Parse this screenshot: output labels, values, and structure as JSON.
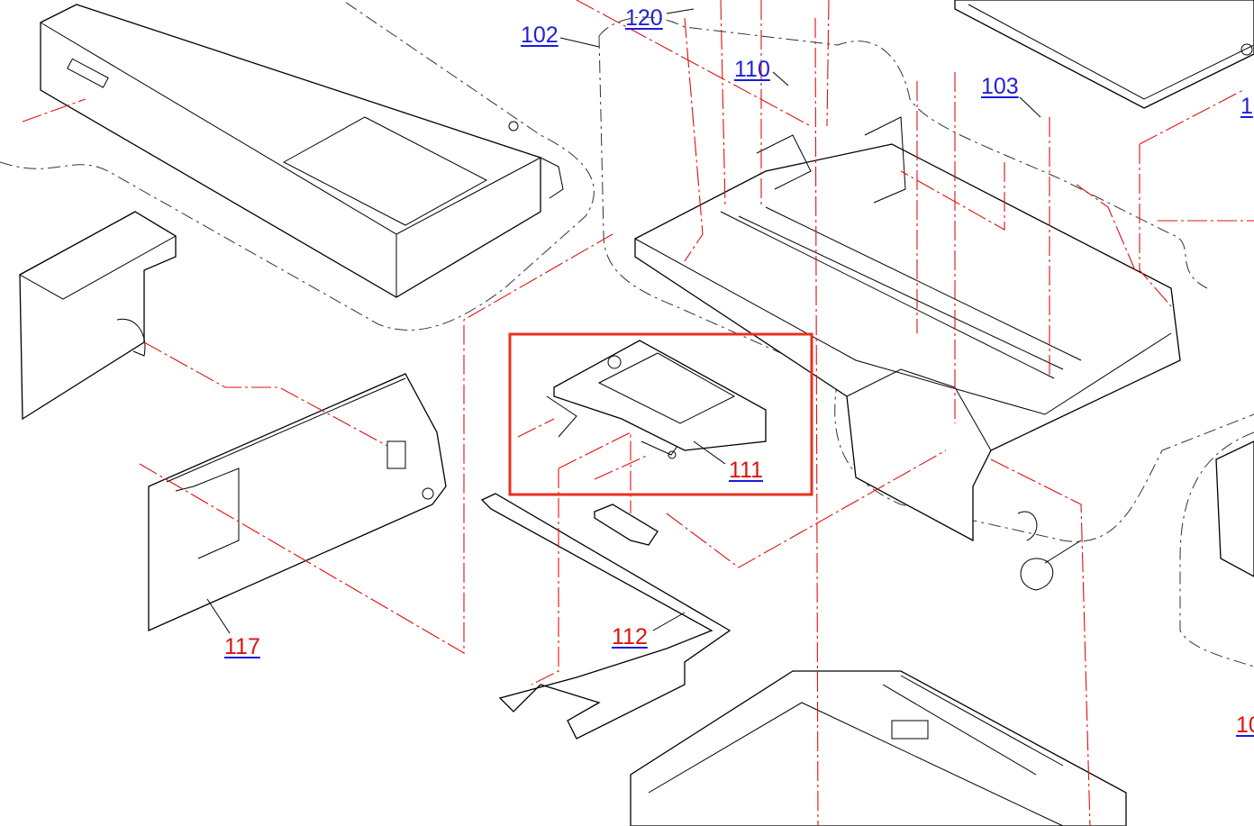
{
  "diagram": {
    "type": "exploded-parts-view",
    "highlight_color": "#e8301c",
    "label_colors": {
      "blue": "#2020d8",
      "red": "#e01010",
      "leader": "#e01010"
    },
    "callouts": [
      {
        "id": "102",
        "text": "102",
        "color": "blue"
      },
      {
        "id": "120",
        "text": "120",
        "color": "blue"
      },
      {
        "id": "110",
        "text": "110",
        "color": "blue"
      },
      {
        "id": "103",
        "text": "103",
        "color": "blue"
      },
      {
        "id": "1xx-right-top",
        "text": "1",
        "color": "blue"
      },
      {
        "id": "111",
        "text": "111",
        "color": "red",
        "highlighted": true
      },
      {
        "id": "112",
        "text": "112",
        "color": "red"
      },
      {
        "id": "117",
        "text": "117",
        "color": "red"
      },
      {
        "id": "10x-right-bottom",
        "text": "10",
        "color": "red"
      }
    ]
  }
}
